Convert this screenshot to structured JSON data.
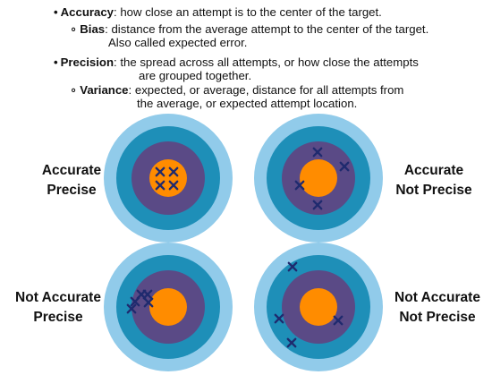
{
  "definitions": {
    "accuracy": {
      "bullet": "•",
      "term": "Accuracy",
      "text": ": how close an attempt is to the center of the target."
    },
    "bias": {
      "bullet": "∘",
      "term": "Bias",
      "text": ": distance from the average attempt to the center of the target.",
      "continuation": "Also called expected error."
    },
    "precision": {
      "bullet": "•",
      "term": "Precision",
      "text": ": the spread across all attempts, or how close the attempts",
      "continuation": "are grouped together."
    },
    "variance": {
      "bullet": "∘",
      "term": "Variance",
      "text": ": expected, or average, distance for all attempts from",
      "continuation": "the average, or expected attempt location."
    }
  },
  "colors": {
    "ring_outer": "#91cbea",
    "ring_mid": "#1e8fb8",
    "ring_inner": "#5a4a86",
    "bullseye": "#ff8c00",
    "marker": "#1f2a6e"
  },
  "targets": [
    {
      "id": "accurate-precise",
      "label_line1": "Accurate",
      "label_line2": "Precise",
      "hits": [
        [
          -9,
          -7
        ],
        [
          6,
          -7
        ],
        [
          -9,
          8
        ],
        [
          6,
          8
        ]
      ]
    },
    {
      "id": "accurate-not-precise",
      "label_line1": "Accurate",
      "label_line2": "Not Precise",
      "hits": [
        [
          -1,
          -29
        ],
        [
          29,
          -13
        ],
        [
          -21,
          8
        ],
        [
          -1,
          30
        ]
      ]
    },
    {
      "id": "not-accurate-precise",
      "label_line1": "Not Accurate",
      "label_line2": "Precise",
      "hits": [
        [
          -30,
          -14
        ],
        [
          -23,
          -14
        ],
        [
          -37,
          -6
        ],
        [
          -22,
          -5
        ],
        [
          -41,
          2
        ]
      ]
    },
    {
      "id": "not-accurate-not-precise",
      "label_line1": "Not Accurate",
      "label_line2": "Not Precise",
      "hits": [
        [
          -29,
          -45
        ],
        [
          -44,
          13
        ],
        [
          22,
          15
        ],
        [
          -30,
          40
        ]
      ]
    }
  ]
}
